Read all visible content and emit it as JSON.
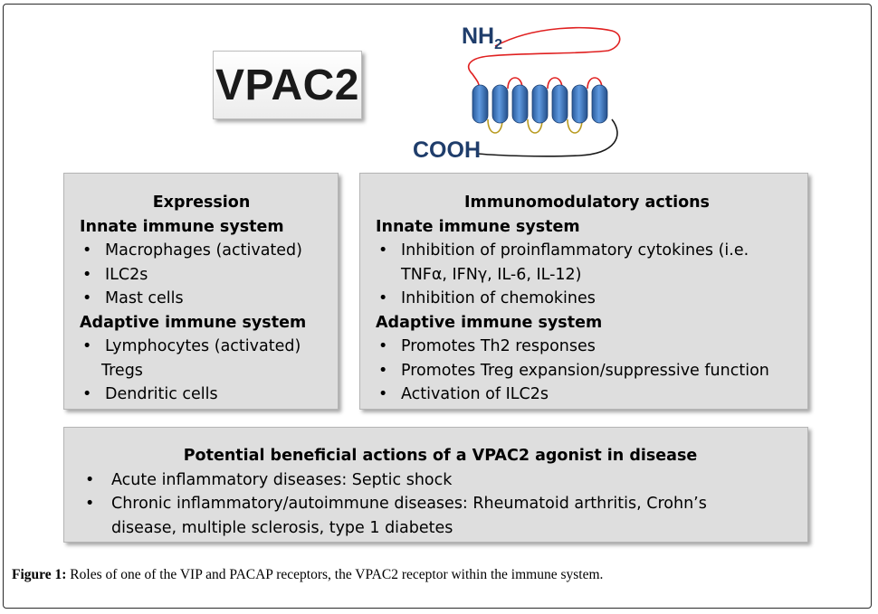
{
  "figure_title": "VPAC2",
  "receptor": {
    "n_terminus": "NH",
    "n_terminus_sub": "2",
    "c_terminus": "COOH",
    "colors": {
      "helix": "#3b78c4",
      "extracellular_loop": "#e02020",
      "intracellular_loop": "#b89a20",
      "c_tail": "#1a1a1a",
      "label": "#1f3d6b"
    }
  },
  "expression": {
    "heading": "Expression",
    "innate_heading": "Innate immune system",
    "innate_items": [
      "Macrophages (activated)",
      "ILC2s",
      "Mast cells"
    ],
    "adaptive_heading": "Adaptive immune system",
    "adaptive_item_1": "Lymphocytes (activated)",
    "adaptive_item_1_cont": "Tregs",
    "adaptive_item_2": "Dendritic cells"
  },
  "immunomodulatory": {
    "heading": "Immunomodulatory actions",
    "innate_heading": "Innate immune system",
    "innate_item_1": "Inhibition of proinflammatory cytokines (i.e.",
    "innate_item_1_cont": "TNFα, IFNγ, IL-6, IL-12)",
    "innate_item_2": "Inhibition of chemokines",
    "adaptive_heading": "Adaptive immune system",
    "adaptive_items": [
      "Promotes Th2 responses",
      "Promotes Treg expansion/suppressive function",
      "Activation of ILC2s"
    ]
  },
  "disease": {
    "heading": "Potential beneficial actions of a VPAC2 agonist in disease",
    "item_1": "Acute inflammatory diseases: Septic shock",
    "item_2": "Chronic inflammatory/autoimmune diseases: Rheumatoid arthritis, Crohn’s",
    "item_2_cont": "disease, multiple sclerosis, type 1 diabetes"
  },
  "caption": {
    "label": "Figure 1:",
    "text": " Roles of one of the VIP and PACAP receptors, the VPAC2 receptor within the immune system."
  }
}
